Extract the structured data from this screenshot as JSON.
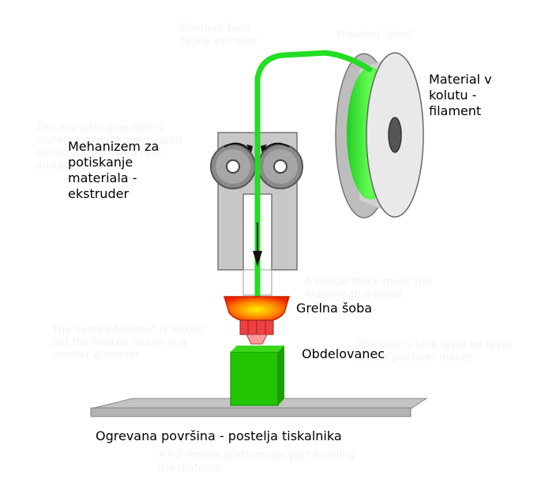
{
  "labels": {
    "filament": "Material v\nkolutu -\nfilament",
    "extruder": "Mehanizem za\npotiskanje\nmateriala -\nekstruder",
    "heater": "Grelna šoba",
    "workpiece": "Obdelovanec",
    "bed": "Ogrevana površina - postelja tiskalnika"
  },
  "ghost_text": {
    "feed": "Filament feed\nto the extruder",
    "spool": "Filament spool",
    "extruder_desc": "The extruder gear forces\nmaterial through the heated\nnozzle at controlled rate\nand pressure",
    "heater_desc": "A heater block melts the\nfilament to a liquid",
    "nozzle_desc": "The heated filament is forced\nout the heated nozzle in a\nsmaller diameter",
    "part_desc": "The part is built layer by layer\nas the platform moves",
    "bed_desc": "X-Y-Z motion platform for part building\nthe material"
  },
  "colors": {
    "filament": "#22dd22",
    "part": "#22bb00",
    "frame": "#c8c8c8",
    "heater_core": "#ff4400",
    "heater_glow": "#ffee00",
    "bed": "#aaaaaa"
  }
}
